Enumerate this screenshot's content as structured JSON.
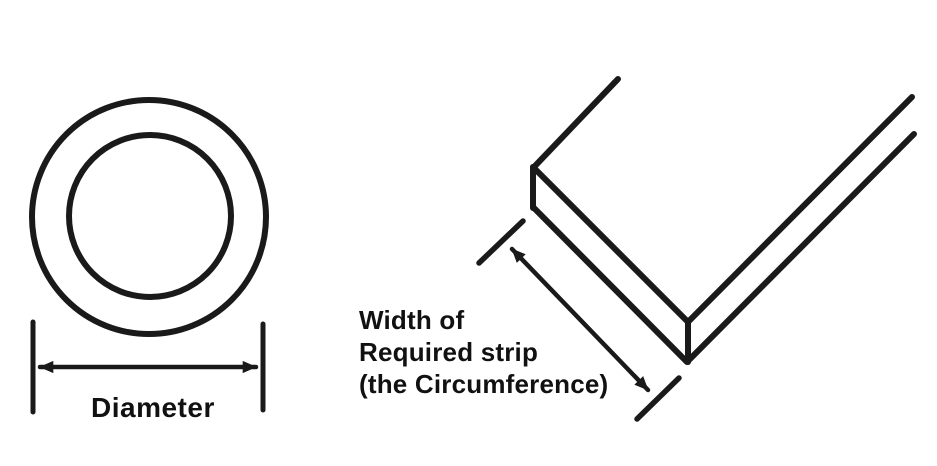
{
  "colors": {
    "background": "#ffffff",
    "line": "#1a1a1a",
    "text": "#111111"
  },
  "left_figure": {
    "label": "Diameter"
  },
  "right_figure": {
    "label_lines": [
      "Width of",
      "Required strip",
      "(the Circumference)"
    ]
  }
}
